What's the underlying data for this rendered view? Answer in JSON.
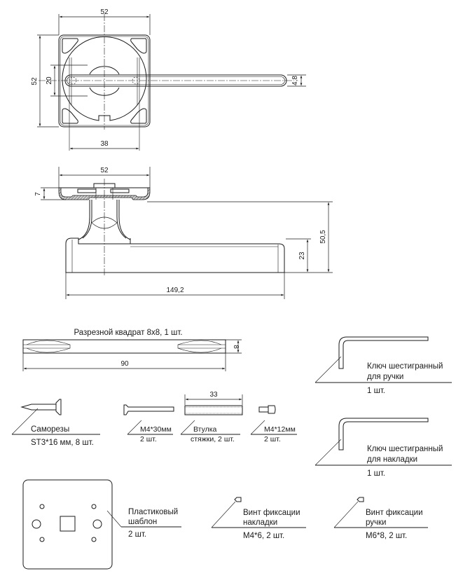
{
  "top_view": {
    "width_dim": "52",
    "height_dim": "52",
    "hole_span_dim": "20",
    "base_inner_dim": "38",
    "lever_thickness_dim": "4,8"
  },
  "side_view": {
    "width_dim": "52",
    "rose_height_dim": "7",
    "total_height_dim": "50,5",
    "lever_height_dim": "23",
    "lever_length_dim": "149,2"
  },
  "parts": {
    "spindle": {
      "label": "Разрезной квадрат 8х8, 1 шт.",
      "length_dim": "90",
      "size_dim": "8"
    },
    "hex_key_handle": {
      "line1": "Ключ шестигранный",
      "line2": "для ручки",
      "qty": "1 шт."
    },
    "hex_key_rose": {
      "line1": "Ключ шестигранный",
      "line2": "для накладки",
      "qty": "1 шт."
    },
    "self_tapping_screws": {
      "name": "Саморезы",
      "spec": "ST3*16 мм, 8 шт."
    },
    "screw_m4x30": {
      "name": "М4*30мм",
      "qty": "2 шт."
    },
    "bushing": {
      "length_dim": "33",
      "name": "Втулка",
      "spec": "стяжки, 2 шт."
    },
    "screw_m4x12": {
      "name": "М4*12мм",
      "qty": "2 шт."
    },
    "template": {
      "line1": "Пластиковый",
      "line2": "шаблон",
      "qty": "2 шт."
    },
    "rose_set_screw": {
      "line1": "Винт фиксации",
      "line2": "накладки",
      "spec": "М4*6, 2 шт."
    },
    "handle_set_screw": {
      "line1": "Винт фиксации",
      "line2": "ручки",
      "spec": "М6*8, 2 шт."
    }
  }
}
